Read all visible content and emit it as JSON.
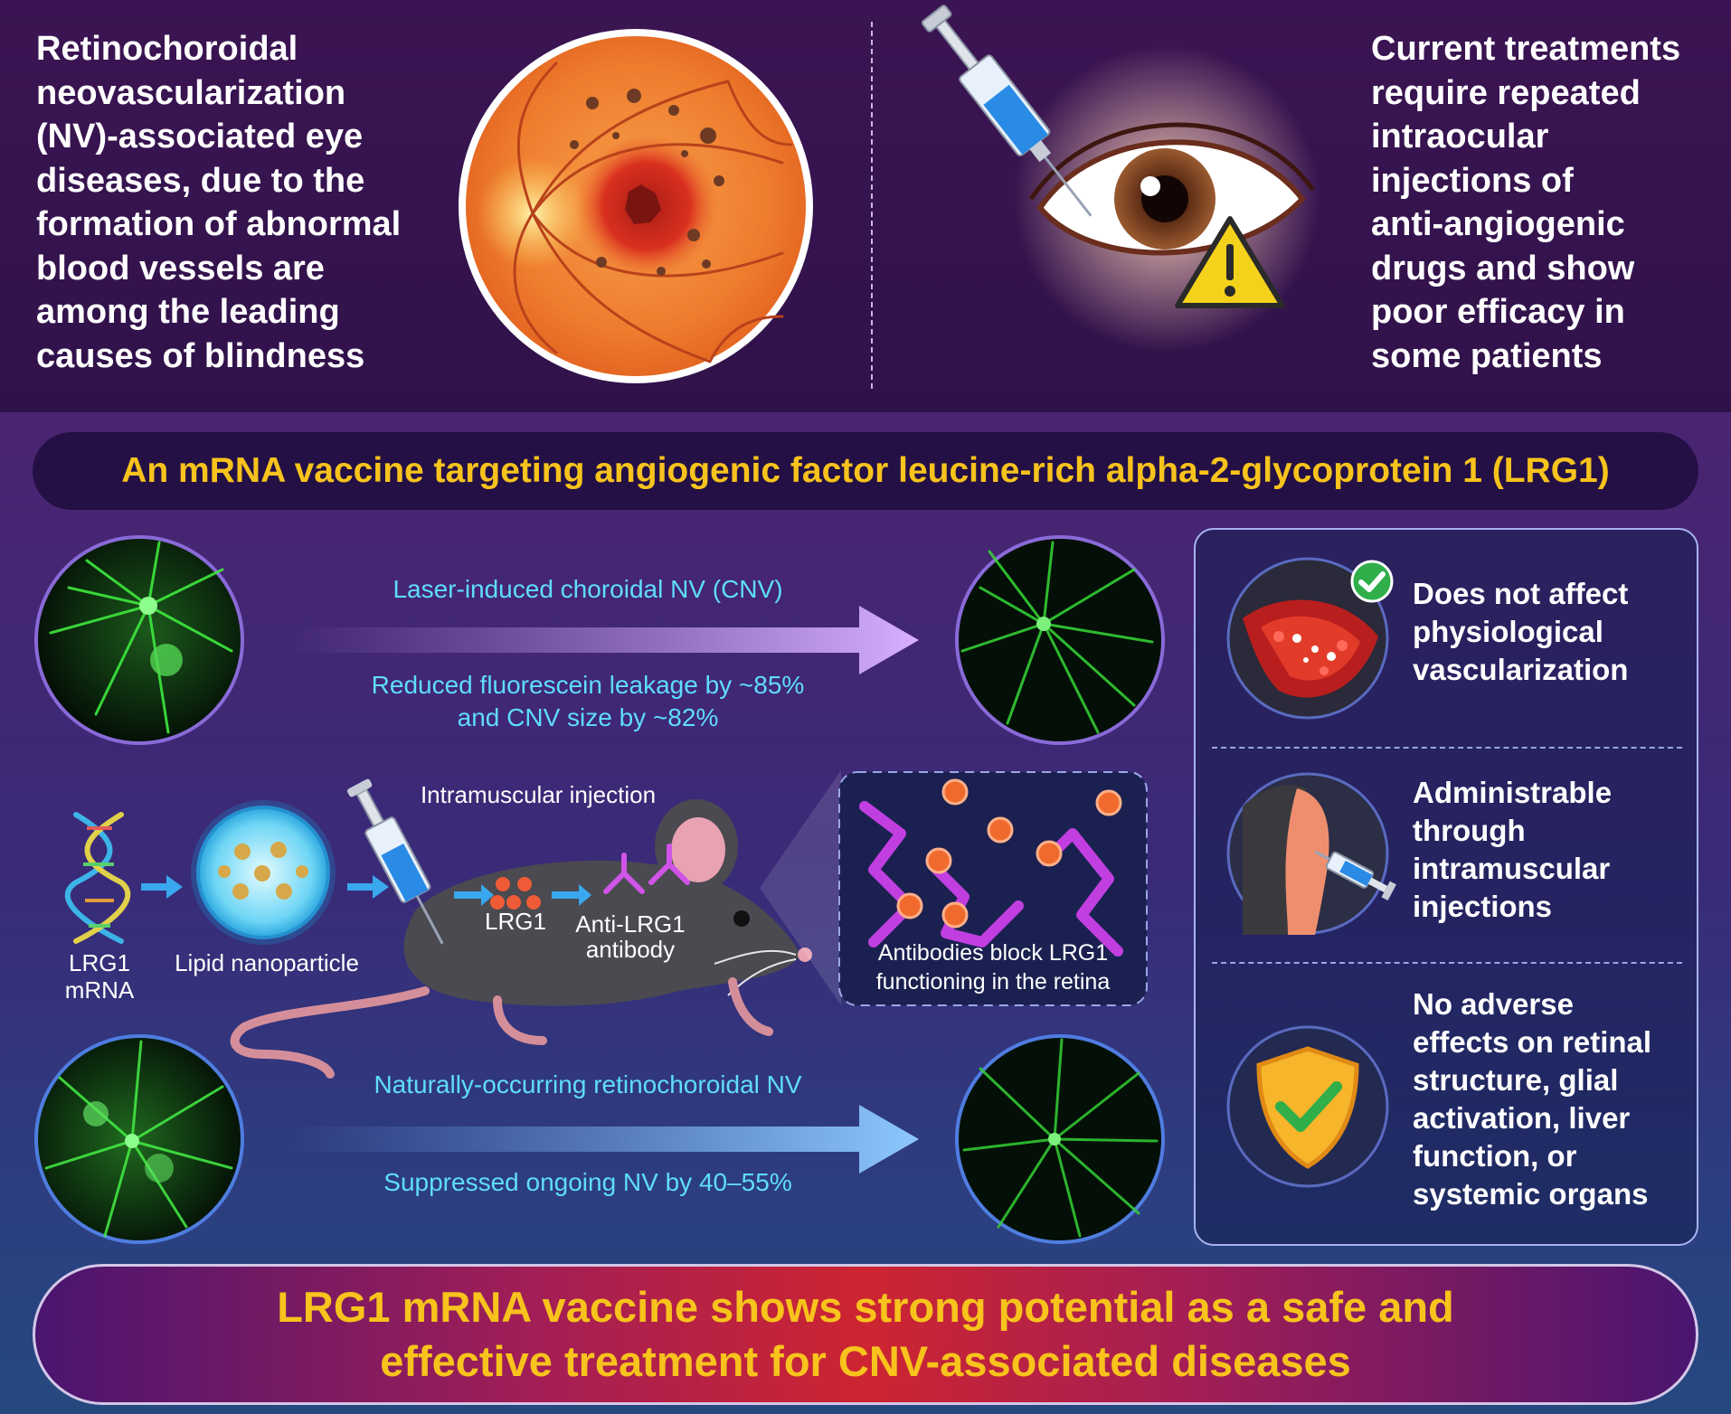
{
  "header": {
    "intro_lines": [
      "Retinochoroidal",
      "neovascularization",
      "(NV)-associated eye",
      "diseases, due to the",
      "formation of abnormal",
      "blood vessels are",
      "among the leading",
      "causes of blindness"
    ],
    "treatment_lines": [
      "Current treatments",
      "require repeated",
      "intraocular",
      "injections of",
      "anti-angiogenic",
      "drugs and show",
      "poor efficacy in",
      "some patients"
    ]
  },
  "title": "An mRNA vaccine targeting angiogenic factor leucine-rich alpha-2-glycoprotein 1 (LRG1)",
  "cnv": {
    "model_label": "Laser-induced choroidal NV (CNV)",
    "result_lines": [
      "Reduced fluorescein leakage by ~85%",
      "and CNV size by ~82%"
    ]
  },
  "natural": {
    "model_label": "Naturally-occurring retinochoroidal NV",
    "result": "Suppressed ongoing NV by 40–55%"
  },
  "mechanism": {
    "mrna_lines": [
      "LRG1",
      "mRNA"
    ],
    "nanoparticle": "Lipid nanoparticle",
    "injection": "Intramuscular injection",
    "lrg1": "LRG1",
    "antibody_lines": [
      "Anti-LRG1",
      "antibody"
    ],
    "block_lines": [
      "Antibodies block LRG1",
      "functioning in the retina"
    ]
  },
  "benefits": [
    {
      "icon": "blood-vessel-icon",
      "lines": [
        "Does not affect",
        "physiological",
        "vascularization"
      ]
    },
    {
      "icon": "arm-injection-icon",
      "lines": [
        "Administrable",
        "through",
        "intramuscular",
        "injections"
      ]
    },
    {
      "icon": "shield-check-icon",
      "lines": [
        "No adverse",
        "effects on retinal",
        "structure, glial",
        "activation, liver",
        "function, or",
        "systemic organs"
      ]
    }
  ],
  "conclusion_lines": [
    "LRG1 mRNA vaccine shows strong potential as a safe and",
    "effective treatment for CNV-associated diseases"
  ],
  "colors": {
    "title_yellow": "#f7c31c",
    "label_cyan": "#5fdcff",
    "top_background": "#3b1553",
    "conclusion_red": "#cd2531"
  }
}
